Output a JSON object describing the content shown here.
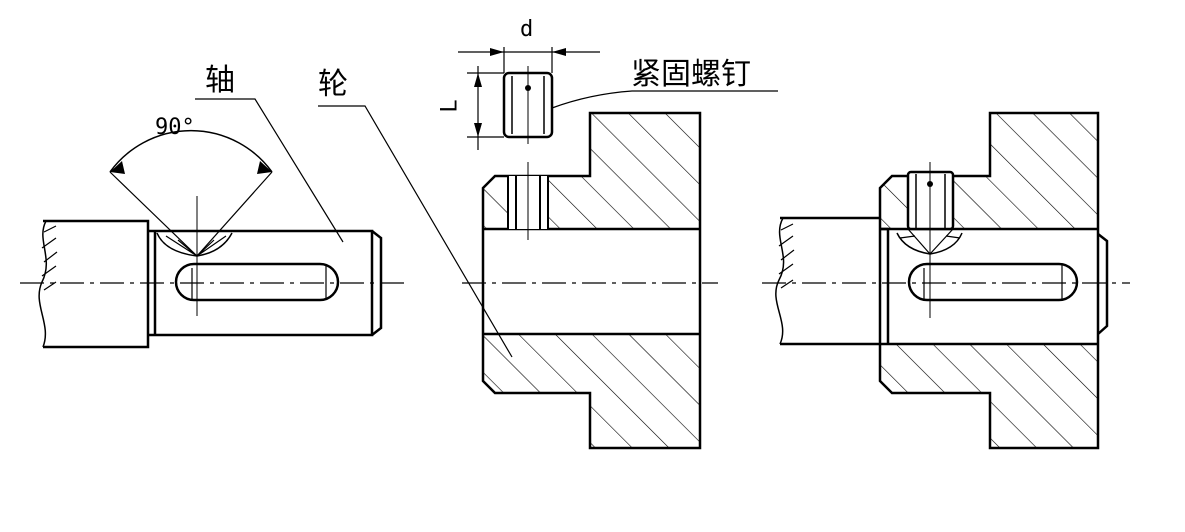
{
  "labels": {
    "shaft": "轴",
    "hub": "轮",
    "set_screw": "紧固螺钉",
    "angle": "90°",
    "diameter_dim": "d",
    "length_dim": "L"
  },
  "colors": {
    "line": "#000000",
    "background": "#ffffff"
  }
}
